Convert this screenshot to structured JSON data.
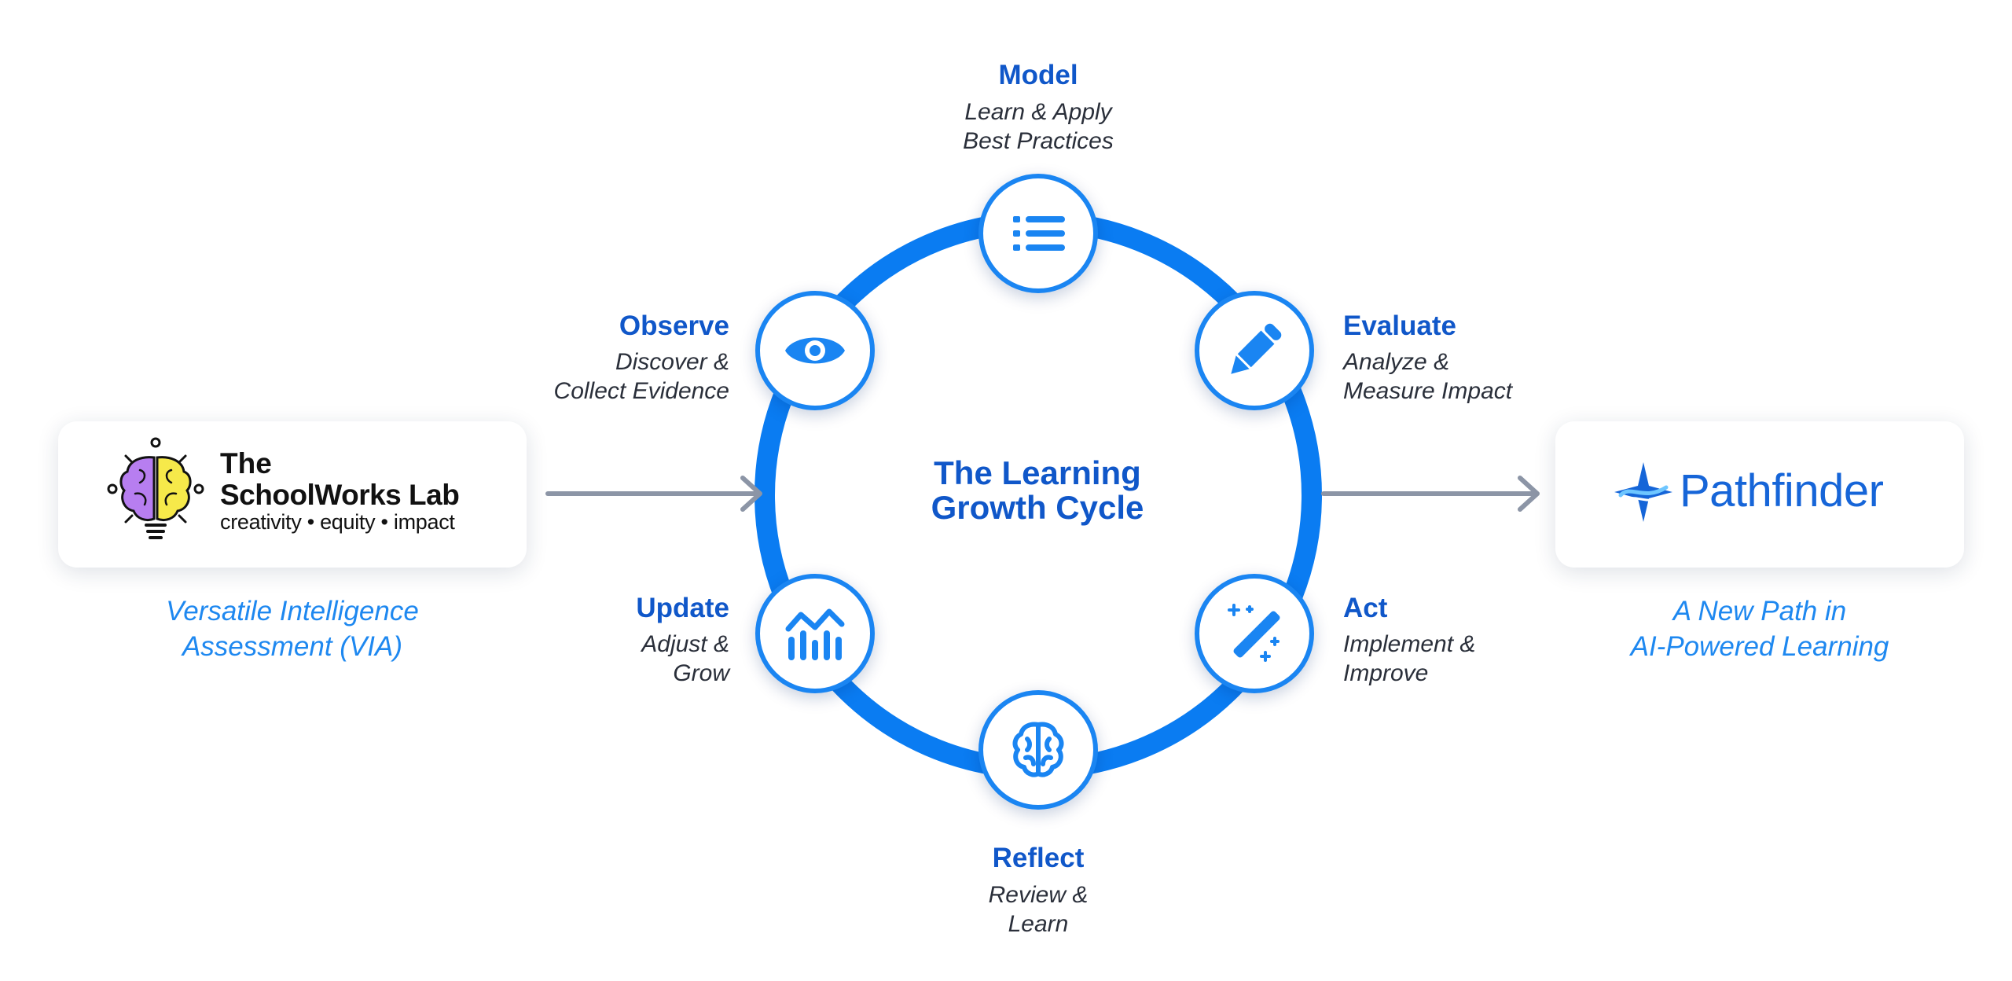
{
  "left_card": {
    "logo_line1": "The",
    "logo_line2": "SchoolWorks Lab",
    "logo_tagline": "creativity • equity • impact",
    "subtitle": "Versatile Intelligence\nAssessment (VIA)"
  },
  "right_card": {
    "logo_text": "Pathfinder",
    "subtitle": "A New Path in\nAI-Powered Learning"
  },
  "center": {
    "title": "The Learning\nGrowth Cycle"
  },
  "steps": {
    "model": {
      "title": "Model",
      "desc": "Learn & Apply\nBest Practices",
      "icon": "list-icon"
    },
    "evaluate": {
      "title": "Evaluate",
      "desc": "Analyze &\nMeasure Impact",
      "icon": "pencil-icon"
    },
    "act": {
      "title": "Act",
      "desc": "Implement &\nImprove",
      "icon": "magic-wand-icon"
    },
    "reflect": {
      "title": "Reflect",
      "desc": "Review &\nLearn",
      "icon": "brain-icon"
    },
    "update": {
      "title": "Update",
      "desc": "Adjust &\nGrow",
      "icon": "chart-icon"
    },
    "observe": {
      "title": "Observe",
      "desc": "Discover &\nCollect Evidence",
      "icon": "eye-icon"
    }
  },
  "colors": {
    "ring": "#0a7cf2",
    "title_blue": "#1057c9",
    "subtitle_blue": "#1e88f0",
    "arrow_gray": "#8c95a6",
    "brain_left": "#b77ef0",
    "brain_right": "#f6e94a"
  }
}
